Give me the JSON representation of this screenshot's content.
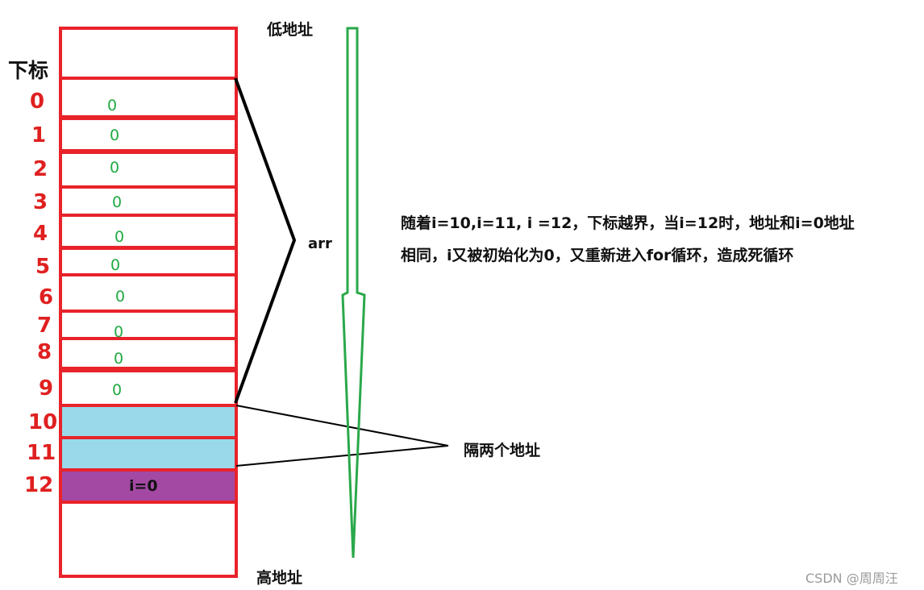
{
  "colors": {
    "frame": "#e8232a",
    "value_text": "#22aa44",
    "address_arrow": "#2aa84a",
    "cell_fill_10_11": "#99d9ea",
    "cell_fill_12": "#a349a4",
    "line": "#000000"
  },
  "header": {
    "index_title": "下标"
  },
  "labels": {
    "low_address": "低地址",
    "high_address": "高地址",
    "arr": "arr",
    "two_addresses_apart": "隔两个地址",
    "i_cell": "i=0"
  },
  "explanation": {
    "line1": "随着i=10,i=11, i =12，下标越界，当i=12时，地址和i=0地址",
    "line2": "相同，i又被初始化为0，又重新进入for循环，造成死循环"
  },
  "rows": [
    {
      "index": "0",
      "value": "0"
    },
    {
      "index": "1",
      "value": "0"
    },
    {
      "index": "2",
      "value": "0"
    },
    {
      "index": "3",
      "value": "0"
    },
    {
      "index": "4",
      "value": "0"
    },
    {
      "index": "5",
      "value": "0"
    },
    {
      "index": "6",
      "value": "0"
    },
    {
      "index": "7",
      "value": "0"
    },
    {
      "index": "8",
      "value": "0"
    },
    {
      "index": "9",
      "value": "0"
    },
    {
      "index": "10",
      "value": ""
    },
    {
      "index": "11",
      "value": ""
    },
    {
      "index": "12",
      "value": ""
    }
  ],
  "watermark": "CSDN @周周汪"
}
